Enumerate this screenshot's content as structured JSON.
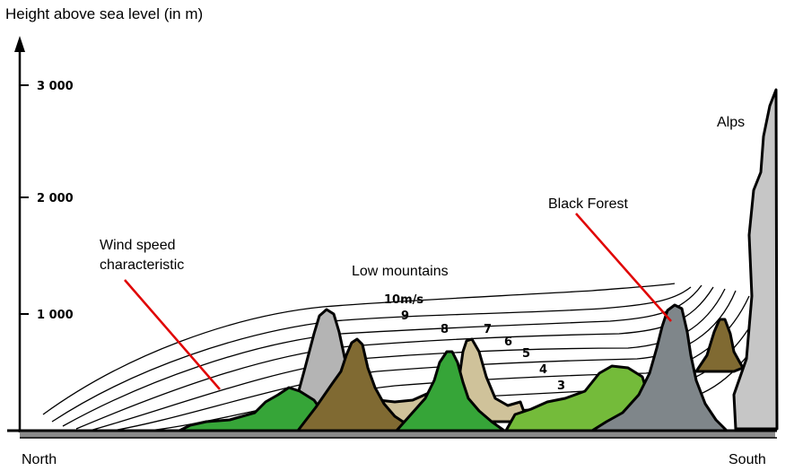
{
  "y_axis": {
    "title": "Height above sea level (in m)",
    "ticks": [
      "3 000",
      "2 000",
      "1 000"
    ]
  },
  "x_axis": {
    "left_label": "North",
    "right_label": "South"
  },
  "annotations": {
    "wind": "Wind speed characteristic",
    "low_mountains": "Low mountains",
    "black_forest": "Black Forest",
    "alps": "Alps"
  },
  "wind_speeds": [
    "10m/s",
    "9",
    "8",
    "7",
    "6",
    "5",
    "4",
    "3"
  ],
  "colors": {
    "accent_line": "#e00000",
    "dark_green": "#36a538",
    "olive_brown": "#806a32",
    "light_gray": "#b4b4b4",
    "tan": "#cfc29a",
    "light_green": "#74bb3a",
    "slate": "#7f868a",
    "alps_gray": "#c6c6c6"
  }
}
